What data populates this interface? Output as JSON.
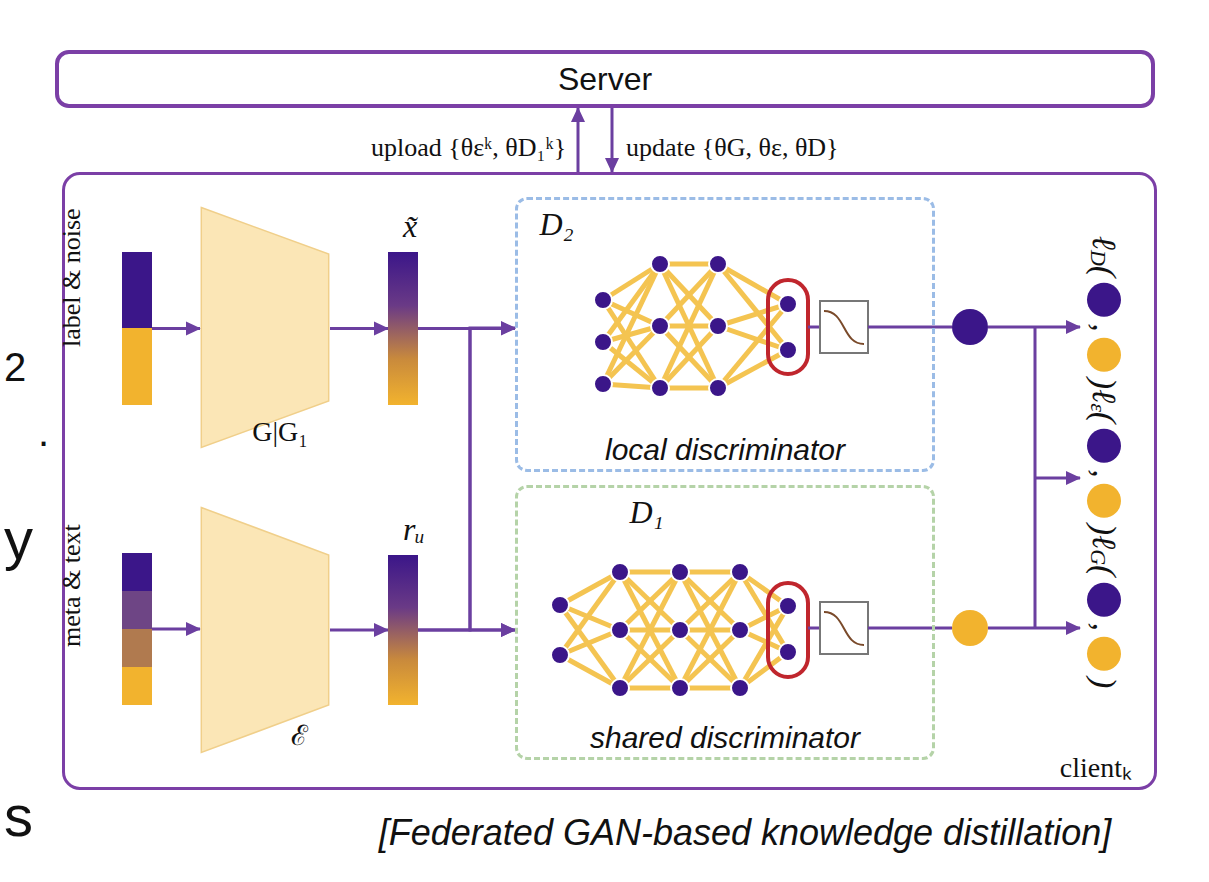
{
  "diagram": {
    "caption": "[Federated GAN-based knowledge distillation]",
    "nodes": [
      {
        "text": [
          "Server"
        ]
      },
      {
        "text": [
          "clientₖ"
        ]
      },
      {
        "text": [
          "label & noise"
        ],
        "in": 1
      },
      {
        "text": [
          "G|G₁"
        ],
        "in": 1
      },
      {
        "text": [
          "x̃"
        ],
        "in": 1
      },
      {
        "text": [
          "D₂",
          "local discriminator"
        ],
        "in": 1
      },
      {
        "text": [
          "meta & text"
        ],
        "in": 1
      },
      {
        "text": [
          "ℰ"
        ],
        "in": 1
      },
      {
        "text": [
          "rᵤ"
        ],
        "in": 1
      },
      {
        "text": [
          "D₁",
          "shared discriminator"
        ],
        "in": 1
      }
    ],
    "edges": [
      {
        "from": 1,
        "to": 0,
        "arrow": "to",
        "label": "upload {θεᵏ, θD₁ᵏ}"
      },
      {
        "from": 0,
        "to": 1,
        "arrow": "to",
        "label": "update {θG, θε, θD}"
      },
      {
        "from": 2,
        "to": 3,
        "arrow": "to"
      },
      {
        "from": 3,
        "to": 4,
        "arrow": "to"
      },
      {
        "from": 4,
        "to": 5,
        "arrow": "to"
      },
      {
        "from": 4,
        "to": 9,
        "arrow": "to"
      },
      {
        "from": 6,
        "to": 7,
        "arrow": "to"
      },
      {
        "from": 7,
        "to": 8,
        "arrow": "to"
      },
      {
        "from": 8,
        "to": 5,
        "arrow": "to"
      },
      {
        "from": 8,
        "to": 9,
        "arrow": "to"
      }
    ],
    "labels": [
      "ℓ",
      "D",
      "(",
      ",",
      ")",
      "ℓ",
      "ε",
      "(",
      ",",
      ")",
      "ℓ",
      "G",
      "(",
      ",",
      ")",
      "2",
      "y",
      ".",
      "s"
    ]
  }
}
